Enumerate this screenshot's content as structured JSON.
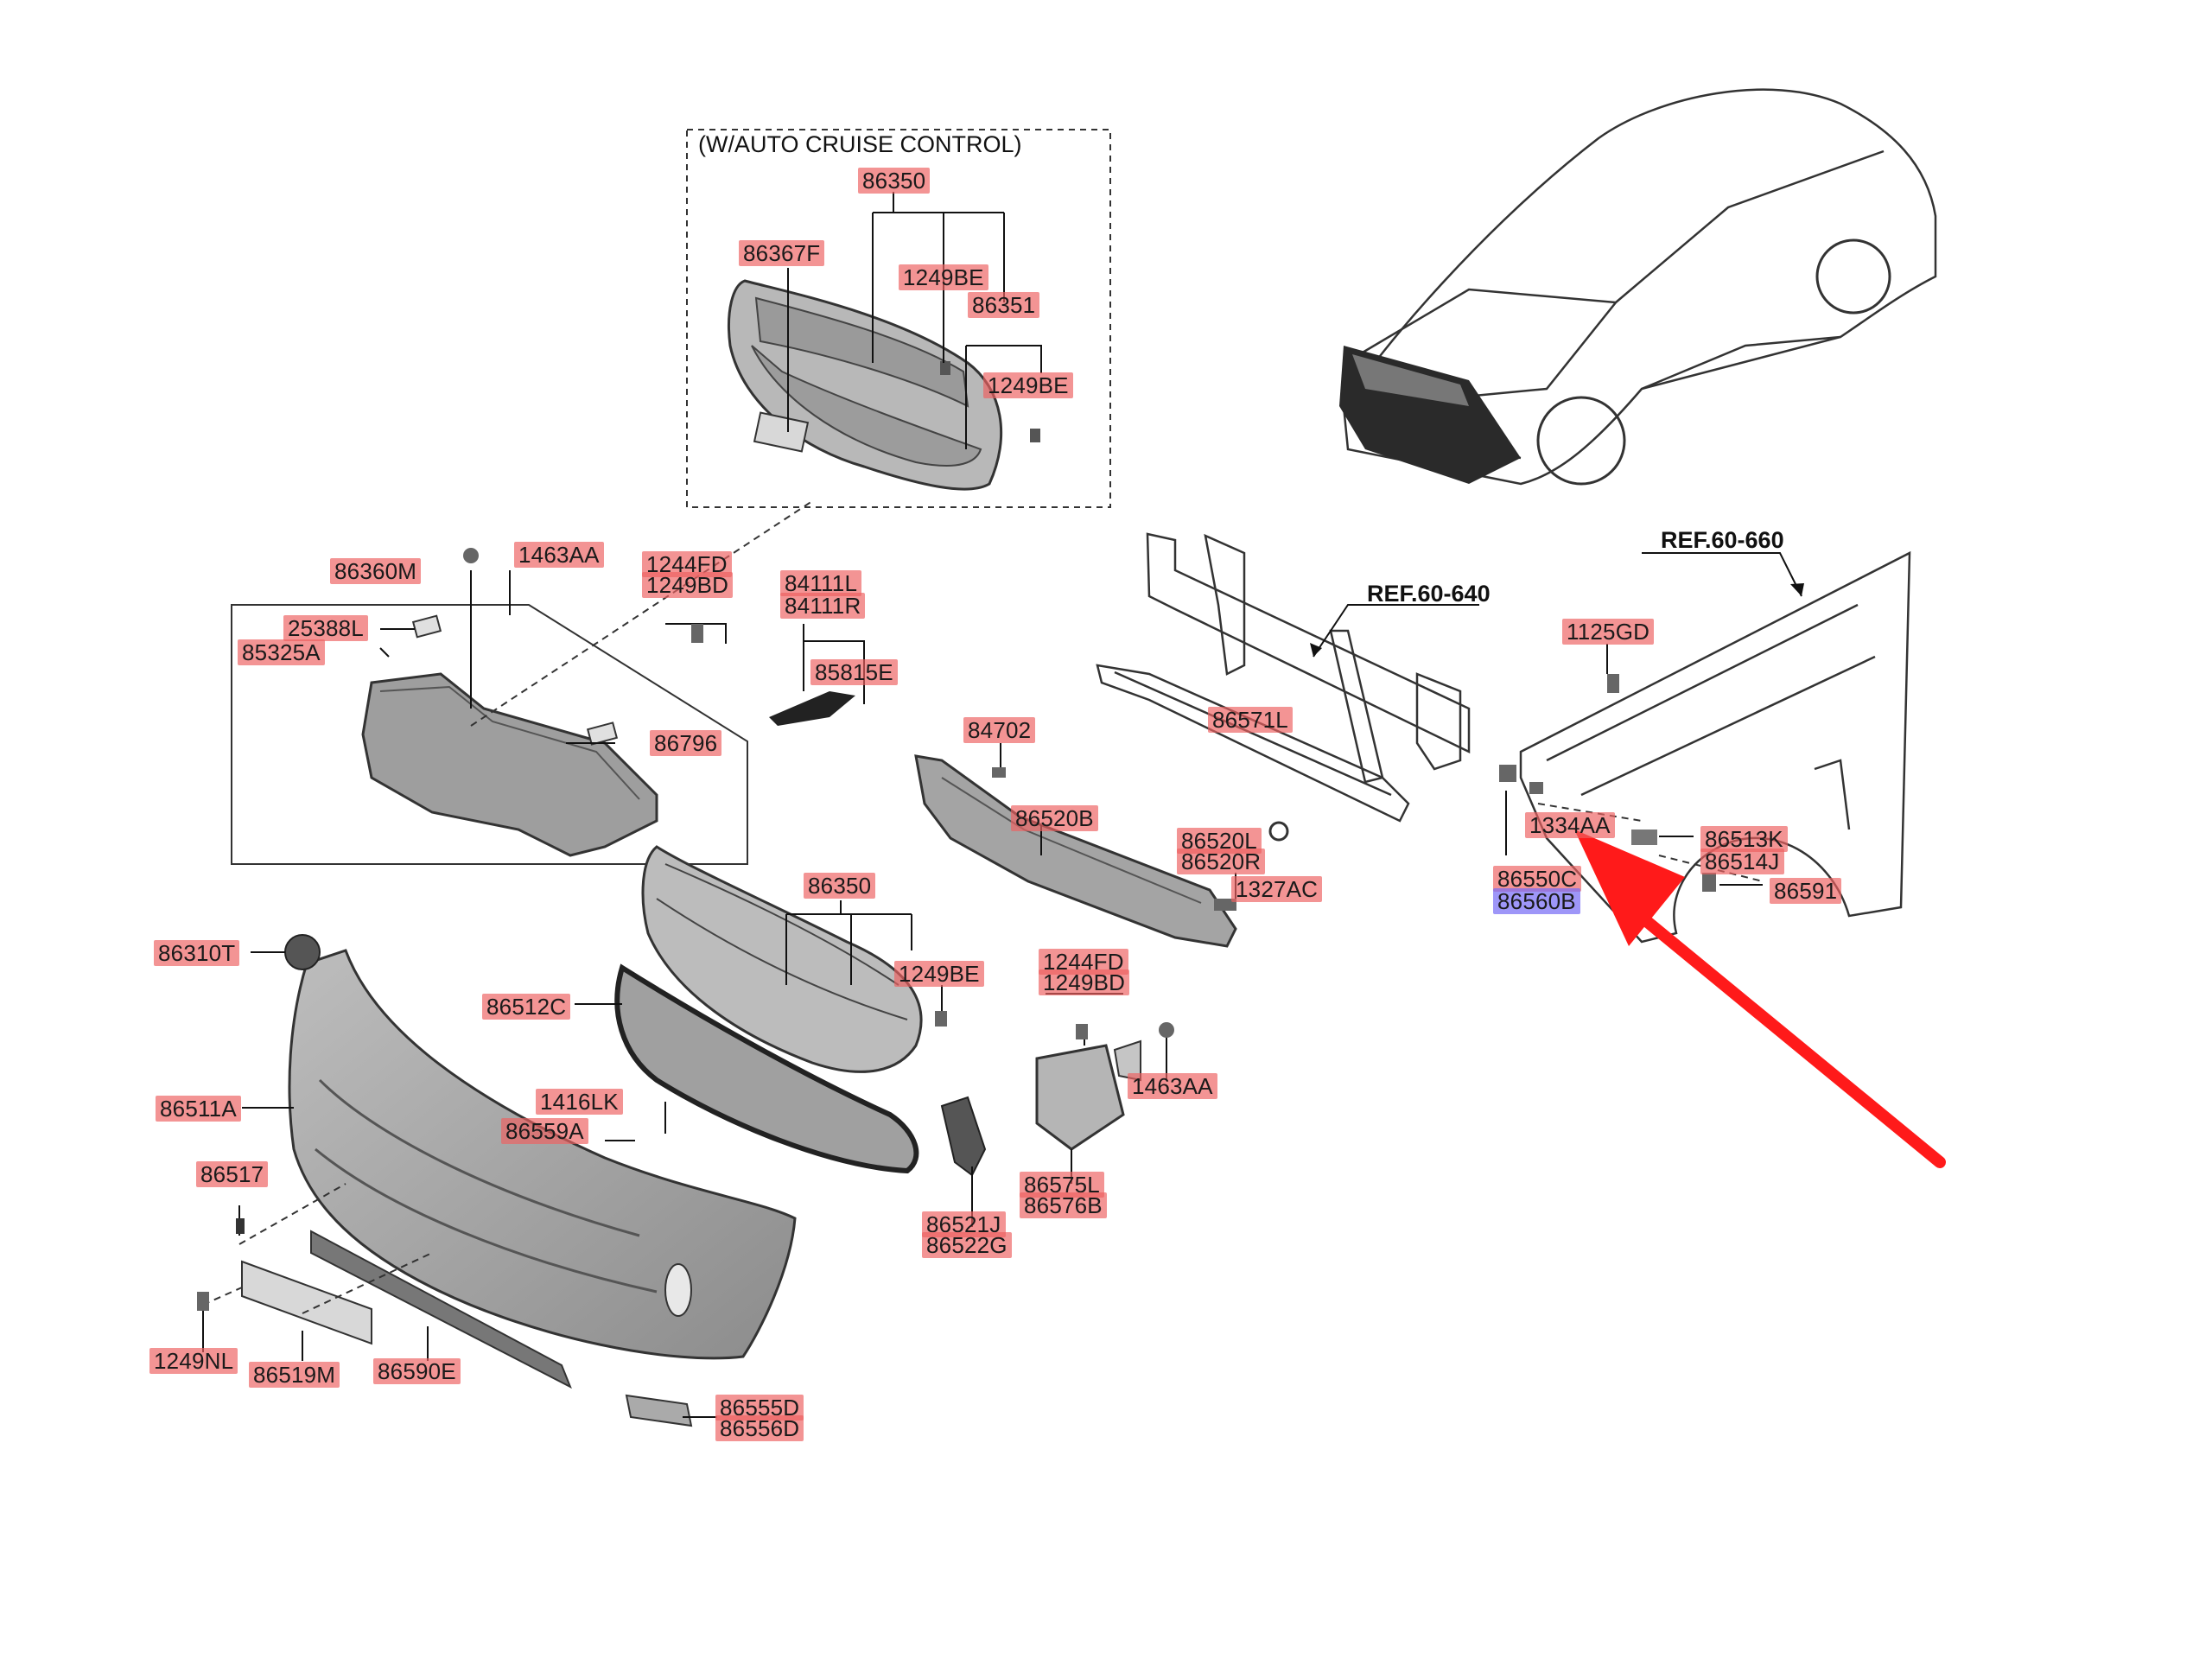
{
  "diagram": {
    "auto_cruise_title": "(W/AUTO CRUISE CONTROL)",
    "ref_labels": {
      "ref_640": "REF.60-640",
      "ref_660": "REF.60-660"
    },
    "labels": {
      "p86350_top": "86350",
      "p86367F": "86367F",
      "p1249BE_top1": "1249BE",
      "p86351": "86351",
      "p1249BE_top2": "1249BE",
      "p86360M": "86360M",
      "p1463AA_a": "1463AA",
      "p1244FD_a": "1244FD",
      "p1249BD_a": "1249BD",
      "p84111L": "84111L",
      "p84111R": "84111R",
      "p25388L": "25388L",
      "p85325A": "85325A",
      "p85815E": "85815E",
      "p86796": "86796",
      "p1125GD": "1125GD",
      "p86571L": "86571L",
      "p84702": "84702",
      "p86520B": "86520B",
      "p86520L": "86520L",
      "p86520R": "86520R",
      "p1327AC": "1327AC",
      "p1334AA": "1334AA",
      "p86513K": "86513K",
      "p86514J": "86514J",
      "p86550C": "86550C",
      "p86560B": "86560B",
      "p86591": "86591",
      "p86350_mid": "86350",
      "p1249BE_mid": "1249BE",
      "p1244FD_b": "1244FD",
      "p1249BD_b": "1249BD",
      "p86310T": "86310T",
      "p86512C": "86512C",
      "p1463AA_b": "1463AA",
      "p86511A": "86511A",
      "p1416LK": "1416LK",
      "p86559A": "86559A",
      "p86517": "86517",
      "p86575L": "86575L",
      "p86576B": "86576B",
      "p86521J": "86521J",
      "p86522G": "86522G",
      "p1249NL": "1249NL",
      "p86519M": "86519M",
      "p86590E": "86590E",
      "p86555D": "86555D",
      "p86556D": "86556D"
    }
  },
  "colors": {
    "label_highlight": "#ee6262",
    "selected_highlight": "#786ef5",
    "pointer_arrow": "#ff1a1a",
    "part_fill": "#a9a9a9"
  }
}
